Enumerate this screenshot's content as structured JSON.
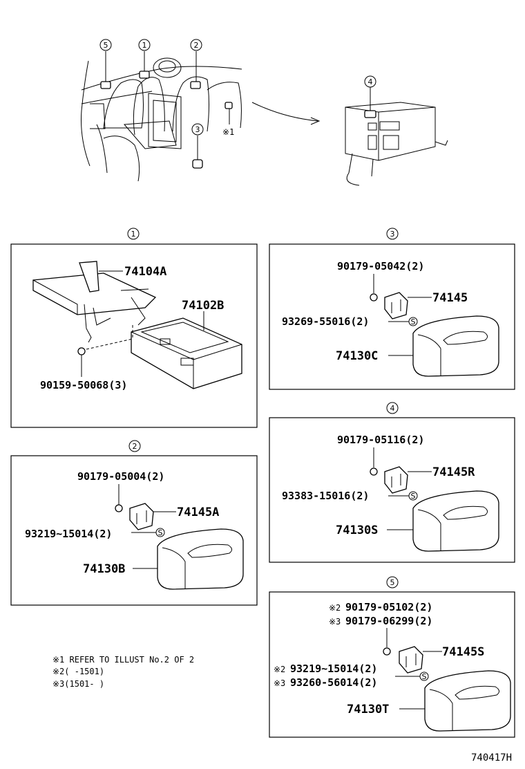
{
  "callouts": {
    "c1": "1",
    "c2": "2",
    "c3": "3",
    "c4": "4",
    "c5": "5",
    "ref_mark": "※1"
  },
  "panels": {
    "p1": {
      "number": "1",
      "parts": {
        "bracket": "74104A",
        "ashtray": "74102B",
        "screw": "90159-50068(3)"
      }
    },
    "p2": {
      "number": "2",
      "parts": {
        "nut": "90179-05004(2)",
        "bracket": "74145A",
        "screw": "93219~15014(2)",
        "ashtray": "74130B"
      }
    },
    "p3": {
      "number": "3",
      "parts": {
        "nut": "90179-05042(2)",
        "bracket": "74145",
        "screw": "93269-55016(2)",
        "ashtray": "74130C"
      }
    },
    "p4": {
      "number": "4",
      "parts": {
        "nut": "90179-05116(2)",
        "bracket": "74145R",
        "screw": "93383-15016(2)",
        "ashtray": "74130S"
      }
    },
    "p5": {
      "number": "5",
      "parts": {
        "nut_a_mark": "※2",
        "nut_a": "90179-05102(2)",
        "nut_b_mark": "※3",
        "nut_b": "90179-06299(2)",
        "bracket": "74145S",
        "screw_a_mark": "※2",
        "screw_a": "93219~15014(2)",
        "screw_b_mark": "※3",
        "screw_b": "93260-56014(2)",
        "ashtray": "74130T"
      }
    }
  },
  "notes": {
    "n1": "※1  REFER TO ILLUST No.2 OF 2",
    "n2": "※2(    -1501)",
    "n3": "※3(1501-     )"
  },
  "figure_id": "740417H"
}
